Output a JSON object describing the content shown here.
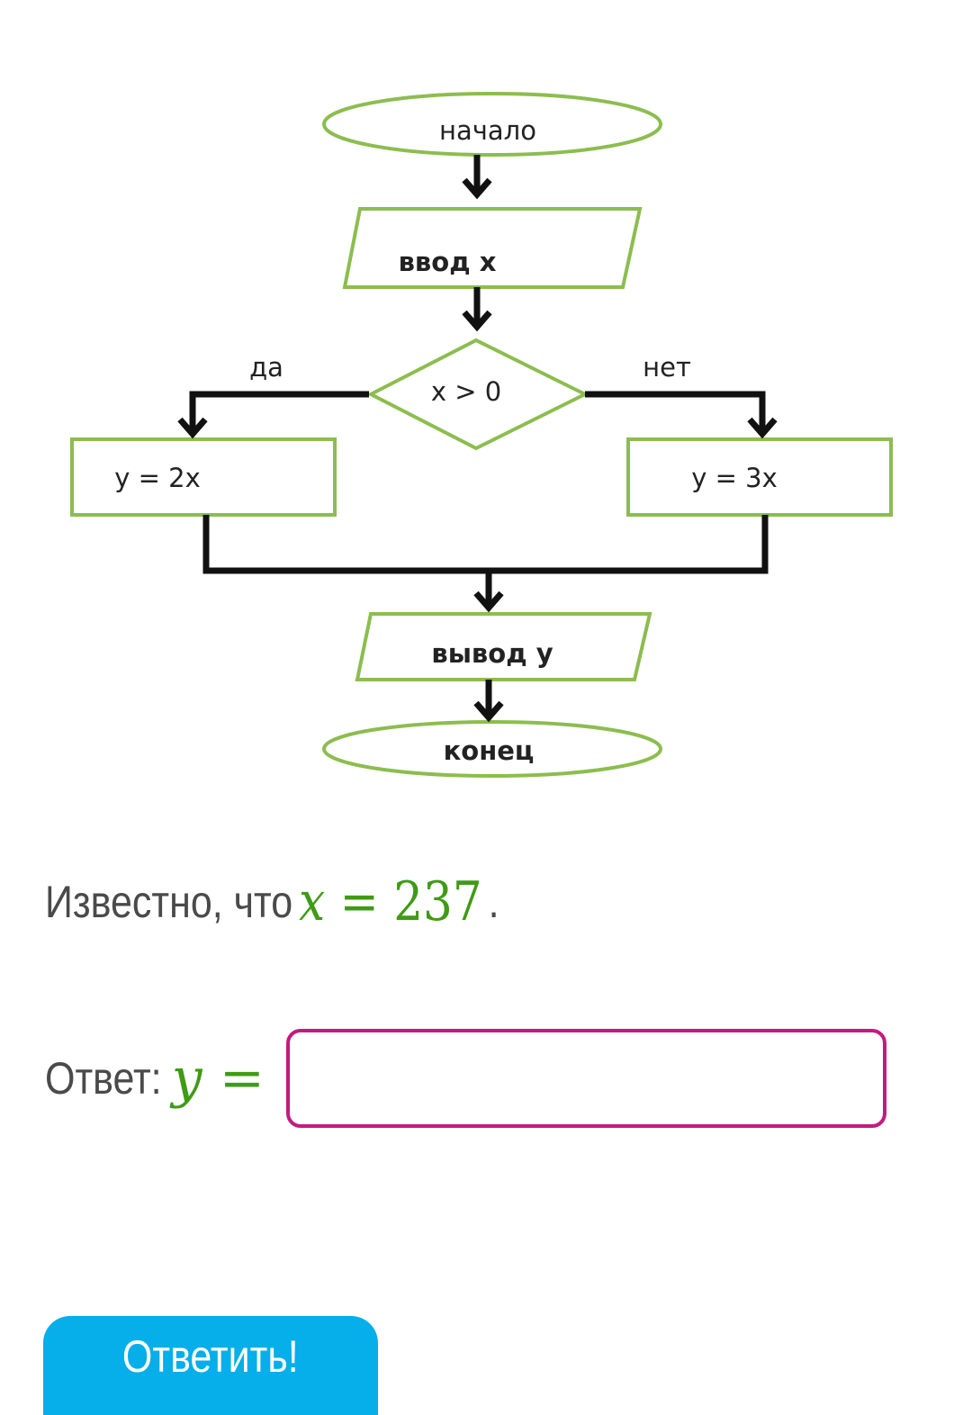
{
  "flowchart": {
    "start": "начало",
    "input": "ввод x",
    "condition": "x > 0",
    "yes_label": "да",
    "no_label": "нет",
    "yes_action": "y = 2x",
    "no_action": "y = 3x",
    "output": "вывод y",
    "end": "конец"
  },
  "statement": {
    "prefix": "Известно, что",
    "var": "x",
    "equals": "=",
    "value": "237",
    "suffix": "."
  },
  "answer": {
    "label": "Ответ:",
    "var": "y",
    "equals": "=",
    "input_value": "",
    "placeholder": ""
  },
  "submit": {
    "label": "Ответить!"
  },
  "colors": {
    "shape_stroke": "#8cbd4f",
    "math_text": "#3f9b14",
    "input_border": "#c21b80",
    "button_bg": "#06aeea",
    "body_text": "#4a4a4a"
  }
}
